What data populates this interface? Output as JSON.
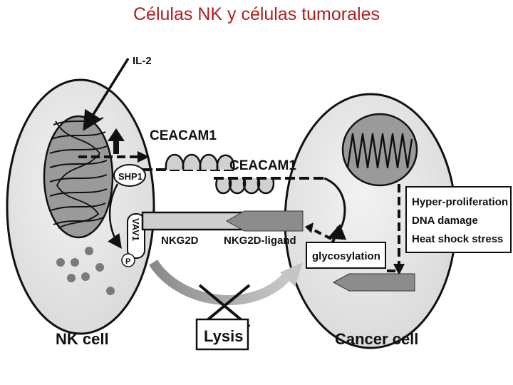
{
  "title": "Células NK y células tumorales",
  "labels": {
    "il2": "IL-2",
    "ceacam1_top": "CEACAM1",
    "ceacam1_right": "CEACAM1",
    "shp1": "SHP1",
    "vav1": "VAV1",
    "p": "P",
    "nkg2d": "NKG2D",
    "nkg2d_ligand": "NKG2D-ligand",
    "glycosylation": "glycosylation",
    "stress_lines": [
      "Hyper-proliferation",
      "DNA damage",
      "Heat shock stress"
    ],
    "lysis": "Lysis",
    "nk_cell": "NK cell",
    "cancer_cell": "Cancer cell"
  },
  "colors": {
    "title": "#b01e1e",
    "cell_fill": "#e8e8e8",
    "nucleus_fill": "#9a9a9a",
    "ligand_fill": "#8c8c8c",
    "arrow_gray": "#a8a8a8"
  }
}
